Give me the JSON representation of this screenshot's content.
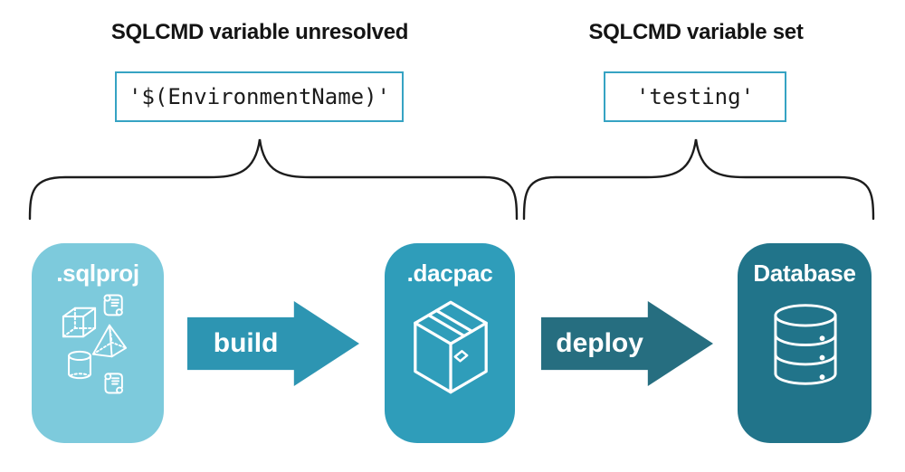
{
  "annotations": {
    "unresolved": {
      "title": "SQLCMD variable unresolved",
      "code": "'$(EnvironmentName)'"
    },
    "set": {
      "title": "SQLCMD variable set",
      "code": "'testing'"
    }
  },
  "flow": {
    "sqlproj": {
      "label": ".sqlproj",
      "color": "#7dcadc"
    },
    "build": {
      "label": "build",
      "color": "#2d95b2"
    },
    "dacpac": {
      "label": ".dacpac",
      "color": "#2f9dba"
    },
    "deploy": {
      "label": "deploy",
      "color": "#266e80"
    },
    "database": {
      "label": "Database",
      "color": "#21748a"
    }
  },
  "icons": {
    "sqlproj": [
      "cube-icon",
      "scroll-icon",
      "pyramid-icon",
      "cylinder-icon",
      "scroll-icon"
    ],
    "dacpac": "package-icon",
    "database": "database-icon"
  },
  "colors": {
    "code_box_border": "#36a3c3",
    "brace_stroke": "#1c1c1c",
    "heading_text": "#141414",
    "icon_stroke": "#ffffff",
    "background": "#ffffff"
  }
}
